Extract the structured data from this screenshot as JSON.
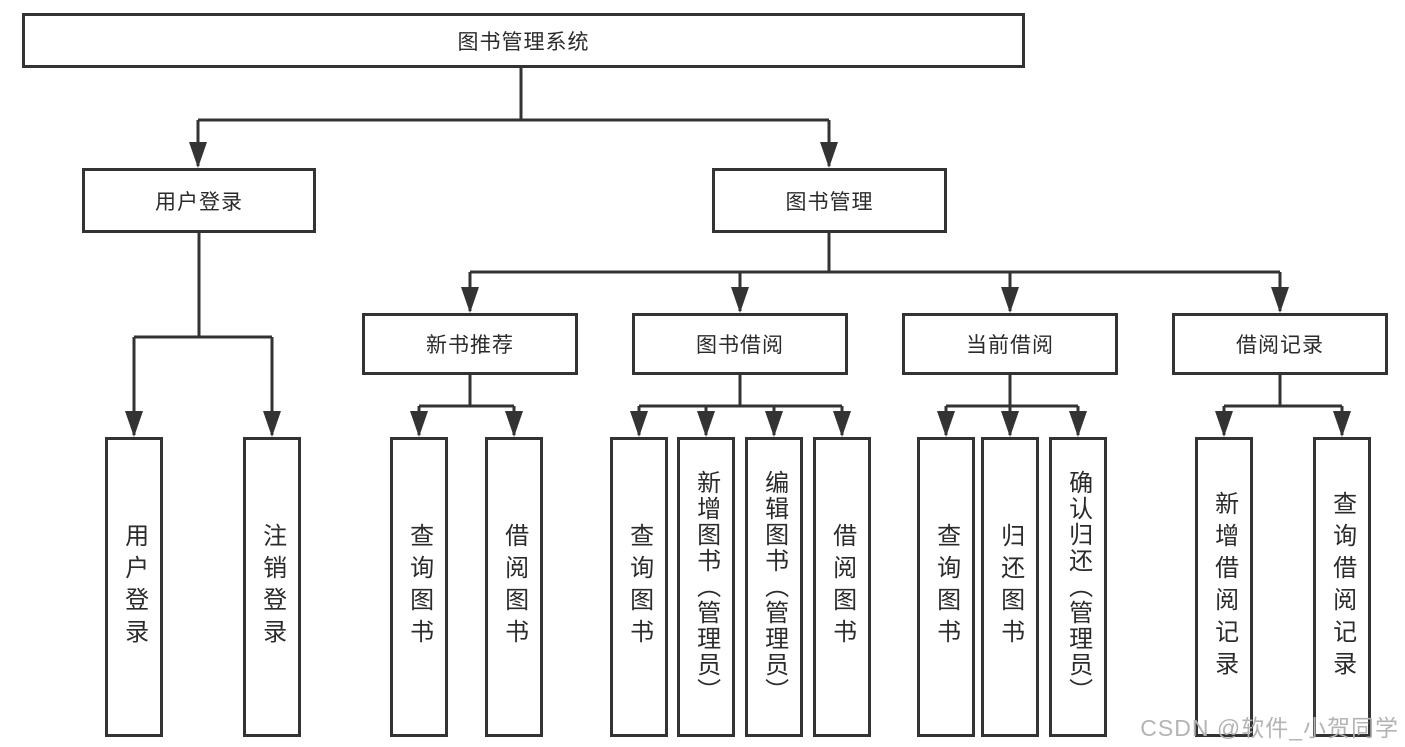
{
  "tree": {
    "root": {
      "label": "图书管理系统"
    },
    "level2": [
      {
        "label": "用户登录"
      },
      {
        "label": "图书管理"
      }
    ],
    "level3": [
      {
        "label": "新书推荐"
      },
      {
        "label": "图书借阅"
      },
      {
        "label": "当前借阅"
      },
      {
        "label": "借阅记录"
      }
    ],
    "leaves": {
      "user": [
        {
          "label": "用户登录"
        },
        {
          "label": "注销登录"
        }
      ],
      "recommend": [
        {
          "label": "查询图书"
        },
        {
          "label": "借阅图书"
        }
      ],
      "borrow": [
        {
          "label": "查询图书"
        },
        {
          "label": "新增图书（管理员）"
        },
        {
          "label": "编辑图书（管理员）"
        },
        {
          "label": "借阅图书"
        }
      ],
      "current": [
        {
          "label": "查询图书"
        },
        {
          "label": "归还图书"
        },
        {
          "label": "确认归还（管理员）"
        }
      ],
      "records": [
        {
          "label": "新增借阅记录"
        },
        {
          "label": "查询借阅记录"
        }
      ]
    }
  },
  "watermark": {
    "text": "CSDN @软件_小贺同学",
    "color": "#b4b4b4"
  },
  "colors": {
    "background": "#ffffff",
    "box_fill": "#ffffff",
    "box_border": "#333333",
    "connector": "#333333",
    "text": "#2b2b2b"
  }
}
